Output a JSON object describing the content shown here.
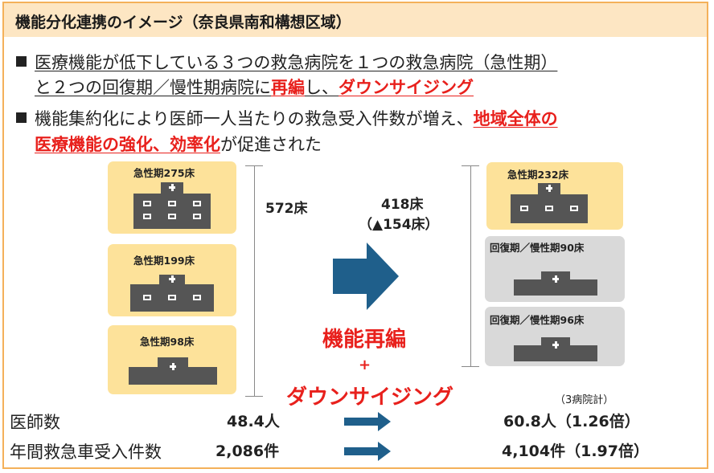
{
  "title": "機能分化連携のイメージ（奈良県南和構想区域）",
  "bullets": {
    "b1_line1": "医療機能が低下している３つの救急病院を１つの救急病院（急性期）",
    "b1_line2_a": "と２つの回復期／慢性期病院に",
    "b1_line2_red1": "再編",
    "b1_line2_b": "し、",
    "b1_line2_red2": "ダウンサイジング",
    "b2_line1_a": "機能集約化により医師一人当たりの救急受入件数が増え、",
    "b2_line1_red": "地域全体の",
    "b2_line2_red": "医療機能の強化、効率化",
    "b2_line2_b": "が促進された"
  },
  "before": {
    "h1": "急性期275床",
    "h2": "急性期199床",
    "h3": "急性期98床",
    "total": "572床"
  },
  "after": {
    "h1": "急性期232床",
    "h2": "回復期／慢性期90床",
    "h3": "回復期／慢性期96床",
    "total": "418床",
    "diff": "（▲154床）"
  },
  "center": {
    "line1": "機能再編",
    "plus": "+",
    "line2": "ダウンサイジング"
  },
  "stats": {
    "note": "（3病院計）",
    "row1_label": "医師数",
    "row1_before": "48.4人",
    "row1_after": "60.8人（1.26倍）",
    "row2_label": "年間救急車受入件数",
    "row2_before": "2,086件",
    "row2_after": "4,104件（1.97倍）"
  },
  "colors": {
    "frame": "#f4b15a",
    "title_bg": "#fde6c3",
    "acute_box": "#fde29a",
    "recovery_box": "#d9d9d9",
    "arrow": "#1f5f8b",
    "accent_red": "#e8201c"
  },
  "icons": [
    "hospital-icon",
    "right-arrow-icon"
  ]
}
